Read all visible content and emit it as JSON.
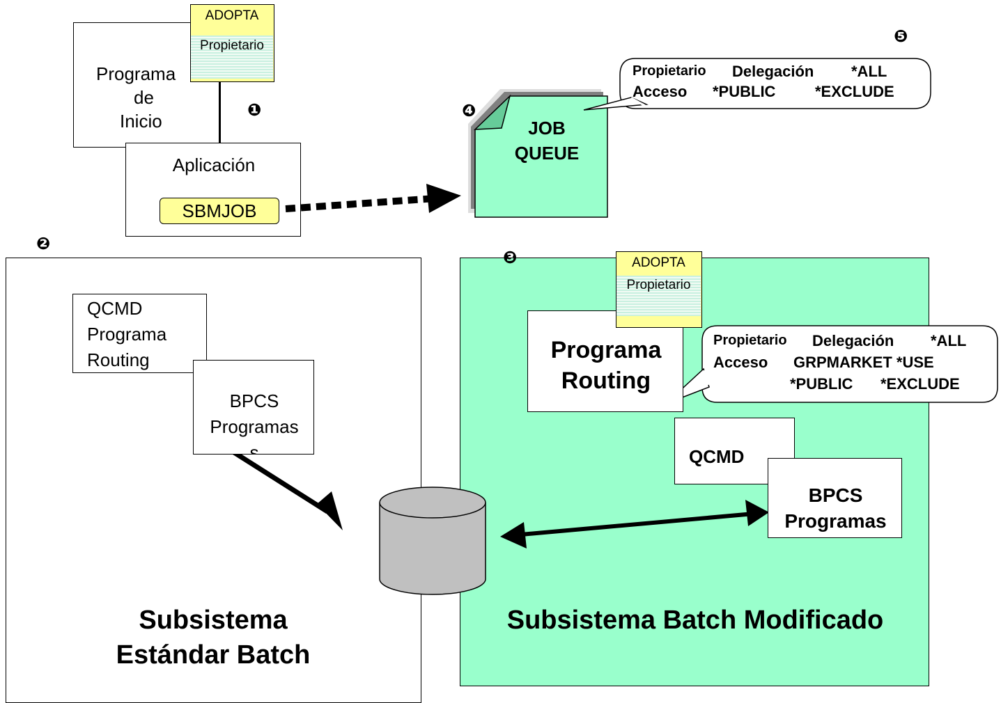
{
  "markers": {
    "m1": "❶",
    "m2": "❷",
    "m3": "❸",
    "m4": "❹",
    "m5": "❺"
  },
  "start_program": {
    "label_line1": "Programa",
    "label_line2": "de",
    "label_line3": "Inicio"
  },
  "adopt_tag_top": {
    "title": "ADOPTA",
    "owner": "Propietario"
  },
  "application": {
    "label": "Aplicación",
    "sbmjob": "SBMJOB"
  },
  "job_queue": {
    "line1": "JOB",
    "line2": "QUEUE"
  },
  "callout_top": {
    "r1c1": "Propietario",
    "r1c2": "Delegación",
    "r1c3": "*ALL",
    "r2c1": "Acceso",
    "r2c2": "*PUBLIC",
    "r2c3": "*EXCLUDE"
  },
  "standard_subsystem": {
    "qcmd_line1": "QCMD",
    "qcmd_line2": "Programa",
    "qcmd_line3": "Routing",
    "bpcs_line1": "BPCS",
    "bpcs_line2": "Programas",
    "bpcs_line3": "s",
    "title_line1": "Subsistema",
    "title_line2": "Estándar Batch"
  },
  "modified_subsystem": {
    "adopt_title": "ADOPTA",
    "adopt_owner": "Propietario",
    "routing_line1": "Programa",
    "routing_line2": "Routing",
    "qcmd": "QCMD",
    "bpcs_line1": "BPCS",
    "bpcs_line2": "Programas",
    "title": "Subsistema Batch Modificado"
  },
  "callout_mid": {
    "r1c1": "Propietario",
    "r1c2": "Delegación",
    "r1c3": "*ALL",
    "r2c1": "Acceso",
    "r2c2": "GRPMARKET *USE",
    "r3c2": "*PUBLIC",
    "r3c3": "*EXCLUDE"
  },
  "colors": {
    "green": "#99ffcc",
    "yellow": "#ffff99",
    "stripe": "#c8f0e0",
    "db_gray": "#c0c0c0"
  }
}
